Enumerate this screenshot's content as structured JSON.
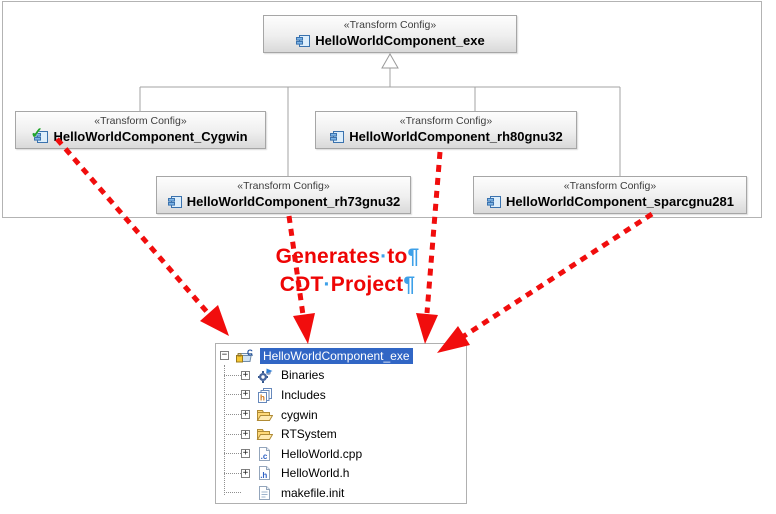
{
  "diagram": {
    "stereotype": "«Transform Config»",
    "boxes": {
      "exe": {
        "name": "HelloWorldComponent_exe"
      },
      "cygwin": {
        "name": "HelloWorldComponent_Cygwin"
      },
      "rh80": {
        "name": "HelloWorldComponent_rh80gnu32"
      },
      "rh73": {
        "name": "HelloWorldComponent_rh73gnu32"
      },
      "sparc": {
        "name": "HelloWorldComponent_sparcgnu281"
      }
    }
  },
  "annotation": {
    "line1": {
      "word1": "Generates",
      "sep": "·",
      "word2": "to",
      "pilcrow": "¶"
    },
    "line2": {
      "word1": "CDT",
      "sep": "·",
      "word2": "Project",
      "pilcrow": "¶"
    }
  },
  "tree": {
    "rows": [
      {
        "label": "HelloWorldComponent_exe",
        "expand": "−",
        "icon": "c-project-icon",
        "selected": true
      },
      {
        "label": "Binaries",
        "expand": "+",
        "icon": "binaries-icon"
      },
      {
        "label": "Includes",
        "expand": "+",
        "icon": "includes-icon"
      },
      {
        "label": "cygwin",
        "expand": "+",
        "icon": "open-folder-icon"
      },
      {
        "label": "RTSystem",
        "expand": "+",
        "icon": "open-folder-icon"
      },
      {
        "label": "HelloWorld.cpp",
        "expand": "+",
        "icon": "c-file-icon"
      },
      {
        "label": "HelloWorld.h",
        "expand": "+",
        "icon": "h-file-icon"
      },
      {
        "label": "makefile.init",
        "expand": "",
        "icon": "file-icon"
      }
    ]
  },
  "colors": {
    "arrow_red": "#ee0505",
    "mark_blue": "#3da0e8",
    "selection_blue": "#3166c5",
    "connector_gray": "#a3a3a3"
  }
}
